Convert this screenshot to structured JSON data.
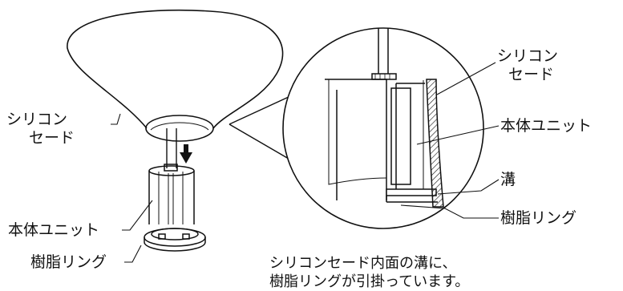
{
  "labels": {
    "silicone_shade_left_line1": "シリコン",
    "silicone_shade_left_line2": "セード",
    "body_unit_left": "本体ユニット",
    "resin_ring_left": "樹脂リング",
    "silicone_shade_right_line1": "シリコン",
    "silicone_shade_right_line2": "セード",
    "body_unit_right": "本体ユニット",
    "groove": "溝",
    "resin_ring_right": "樹脂リング"
  },
  "caption": {
    "line1": "シリコンセード内面の溝に、",
    "line2": "樹脂リングが引掛っています。"
  },
  "colors": {
    "stroke": "#111111",
    "background": "#ffffff"
  }
}
